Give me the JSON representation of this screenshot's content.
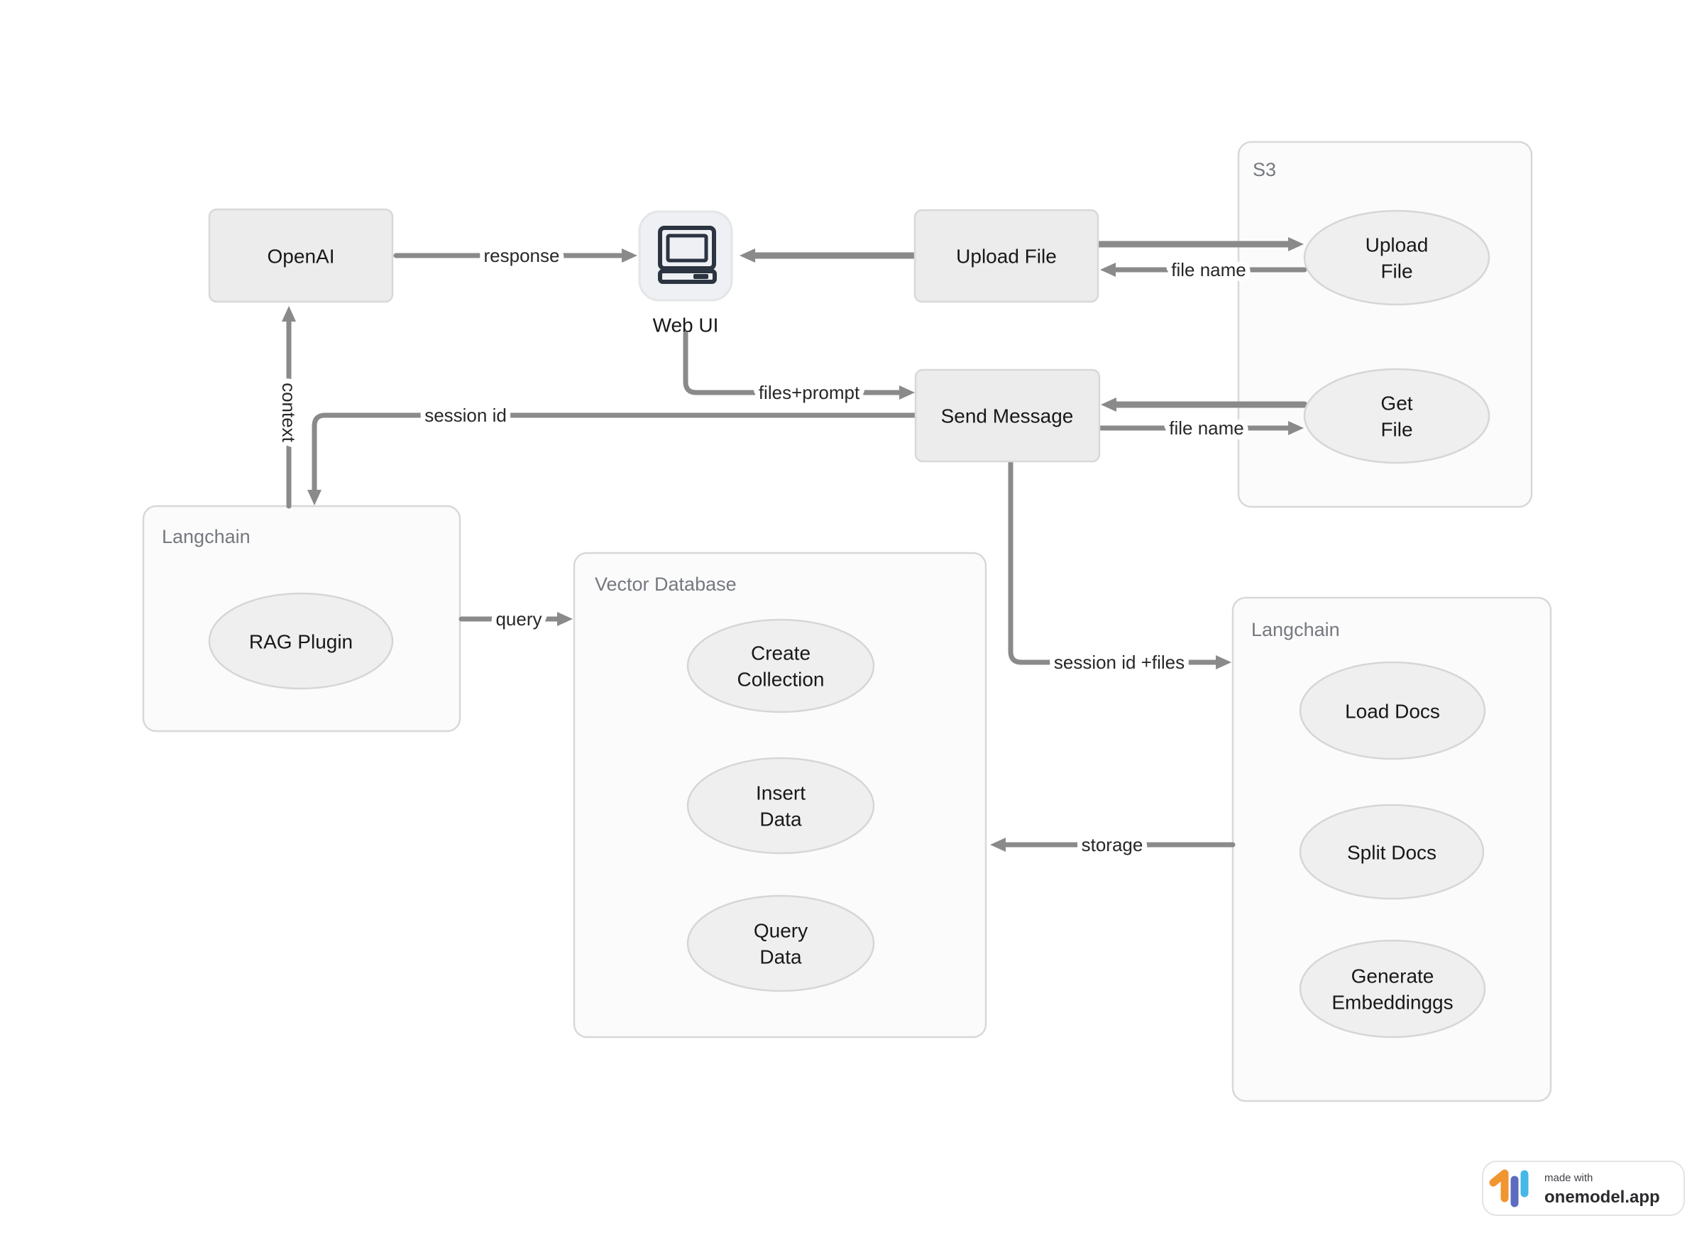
{
  "colors": {
    "arrow": "#8a8a8a",
    "node_fill": "#ececec",
    "container_fill": "#fbfbfb",
    "ellipse_fill": "#efefef",
    "icon_glyph": "#2b3440",
    "badge_orange": "#f0952f",
    "badge_indigo": "#5c6bc0",
    "badge_blue": "#45b8e8"
  },
  "nodes": {
    "openai": "OpenAI",
    "web_ui": "Web UI",
    "upload_file": "Upload File",
    "send_message": "Send Message"
  },
  "containers": {
    "s3": "S3",
    "langchain_left": "Langchain",
    "vector_database": "Vector Database",
    "langchain_right": "Langchain"
  },
  "ellipses": {
    "s3_upload": {
      "line1": "Upload",
      "line2": "File"
    },
    "s3_get": {
      "line1": "Get",
      "line2": "File"
    },
    "rag_plugin": {
      "line1": "RAG Plugin"
    },
    "create_collection": {
      "line1": "Create",
      "line2": "Collection"
    },
    "insert_data": {
      "line1": "Insert",
      "line2": "Data"
    },
    "query_data": {
      "line1": "Query",
      "line2": "Data"
    },
    "load_docs": {
      "line1": "Load Docs"
    },
    "split_docs": {
      "line1": "Split Docs"
    },
    "generate_embeddings": {
      "line1": "Generate",
      "line2": "Embeddinggs"
    }
  },
  "edge_labels": {
    "response": "response",
    "file_name_upload": "file name",
    "file_name_get": "file name",
    "files_prompt": "files+prompt",
    "session_id": "session id",
    "context": "context",
    "query": "query",
    "session_id_files": "session id +files",
    "storage": "storage"
  },
  "badge": {
    "made_with": "made with",
    "brand": "onemodel.app"
  }
}
